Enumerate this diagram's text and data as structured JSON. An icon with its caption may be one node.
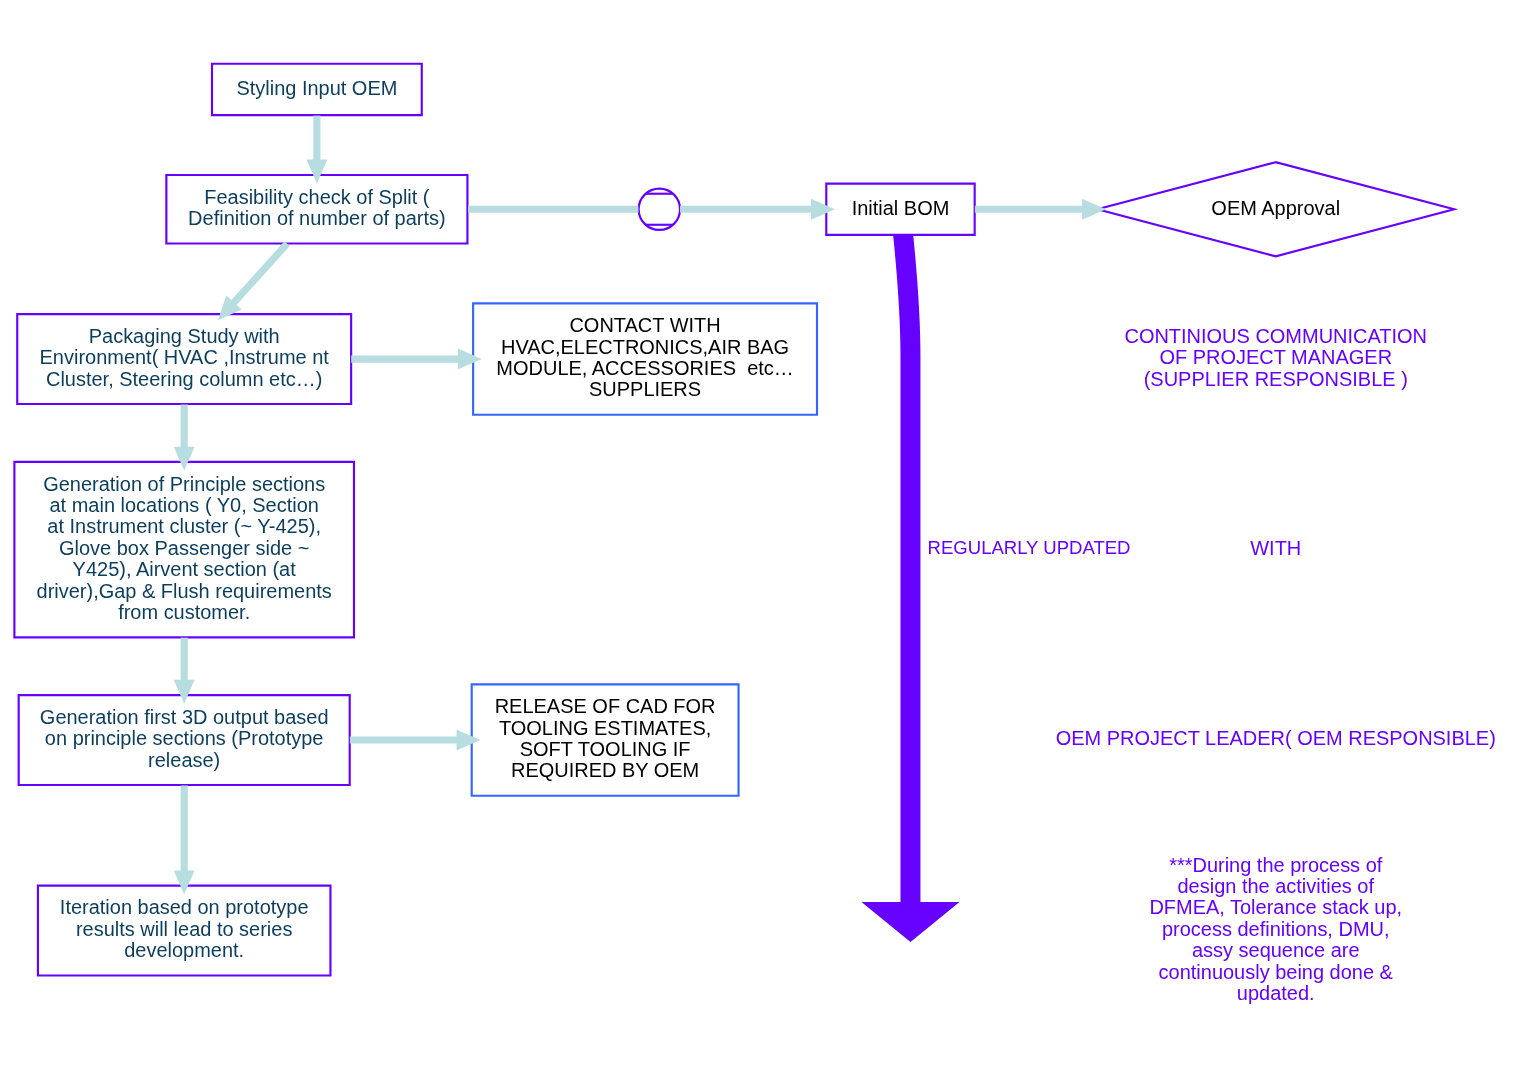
{
  "diagram": {
    "nodes": [
      {
        "text": [
          "Styling Input OEM"
        ]
      },
      {
        "text": [
          "Feasibility check of Split ( Definition of number of parts)"
        ]
      },
      {
        "text": [
          "Packaging Study with Environment( HVAC ,Instrume nt Cluster, Steering column etc…)"
        ]
      },
      {
        "text": [
          "Generation of Principle sections at main locations ( Y0, Section at Instrument cluster (~ Y-425), Glove box Passenger side ~ Y425), Airvent section (at driver),Gap & Flush requirements from customer."
        ]
      },
      {
        "text": [
          "Generation first 3D output based on principle sections (Prototype release)"
        ]
      },
      {
        "text": [
          "Iteration based on prototype results will lead to series development."
        ]
      },
      {
        "text": [],
        "shape": "circle"
      },
      {
        "text": [
          "Initial BOM"
        ]
      },
      {
        "text": [
          "OEM Approval"
        ]
      },
      {
        "text": [
          "CONTACT WITH HVAC,ELECTRONICS,AIR BAG MODULE, ACCESSORIES  etc… SUPPLIERS"
        ]
      },
      {
        "text": [
          "RELEASE OF CAD FOR TOOLING ESTIMATES, SOFT TOOLING IF REQUIRED BY OEM"
        ]
      }
    ],
    "edges": [
      {
        "from": 0,
        "to": 1,
        "arrow": "to"
      },
      {
        "from": 1,
        "to": 6,
        "arrow": "none"
      },
      {
        "from": 6,
        "to": 7,
        "arrow": "to"
      },
      {
        "from": 7,
        "to": 8,
        "arrow": "to"
      },
      {
        "from": 1,
        "to": 2,
        "arrow": "to"
      },
      {
        "from": 2,
        "to": 9,
        "arrow": "to"
      },
      {
        "from": 2,
        "to": 3,
        "arrow": "to"
      },
      {
        "from": 3,
        "to": 4,
        "arrow": "to"
      },
      {
        "from": 4,
        "to": 10,
        "arrow": "to"
      },
      {
        "from": 4,
        "to": 5,
        "arrow": "to"
      },
      {
        "from": 7,
        "to": null,
        "arrow": "to",
        "label": "REGULARLY UPDATED",
        "style": "thick",
        "color": "#6600ff"
      }
    ],
    "labels": [
      "CONTINIOUS COMMUNICATION OF PROJECT MANAGER (SUPPLIER RESPONSIBLE )",
      "WITH",
      "OEM PROJECT LEADER( OEM RESPONSIBLE)",
      "***During the process of design the activities of DFMEA, Tolerance stack up, process definitions, DMU, assy sequence are continuously being done & updated."
    ]
  }
}
